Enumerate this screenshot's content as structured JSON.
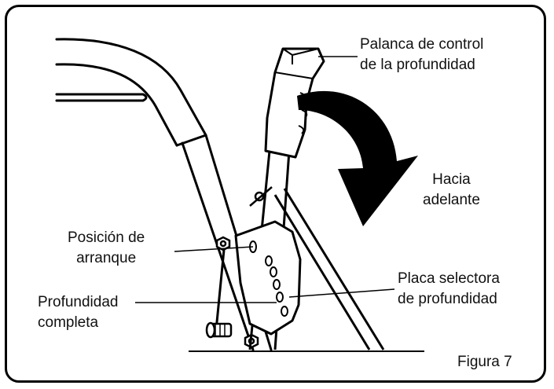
{
  "labels": {
    "depth_lever_line1": "Palanca de control",
    "depth_lever_line2": "de la profundidad",
    "direction_line1": "Hacia",
    "direction_line2": "adelante",
    "start_line1": "Posición de",
    "start_line2": "arranque",
    "full_depth_line1": "Profundidad",
    "full_depth_line2": "completa",
    "selector_line1": "Placa selectora",
    "selector_line2": "de profundidad"
  },
  "figure_caption": "Figura 7",
  "colors": {
    "ink": "#000000",
    "arrow": "#000000",
    "paper": "#ffffff"
  }
}
